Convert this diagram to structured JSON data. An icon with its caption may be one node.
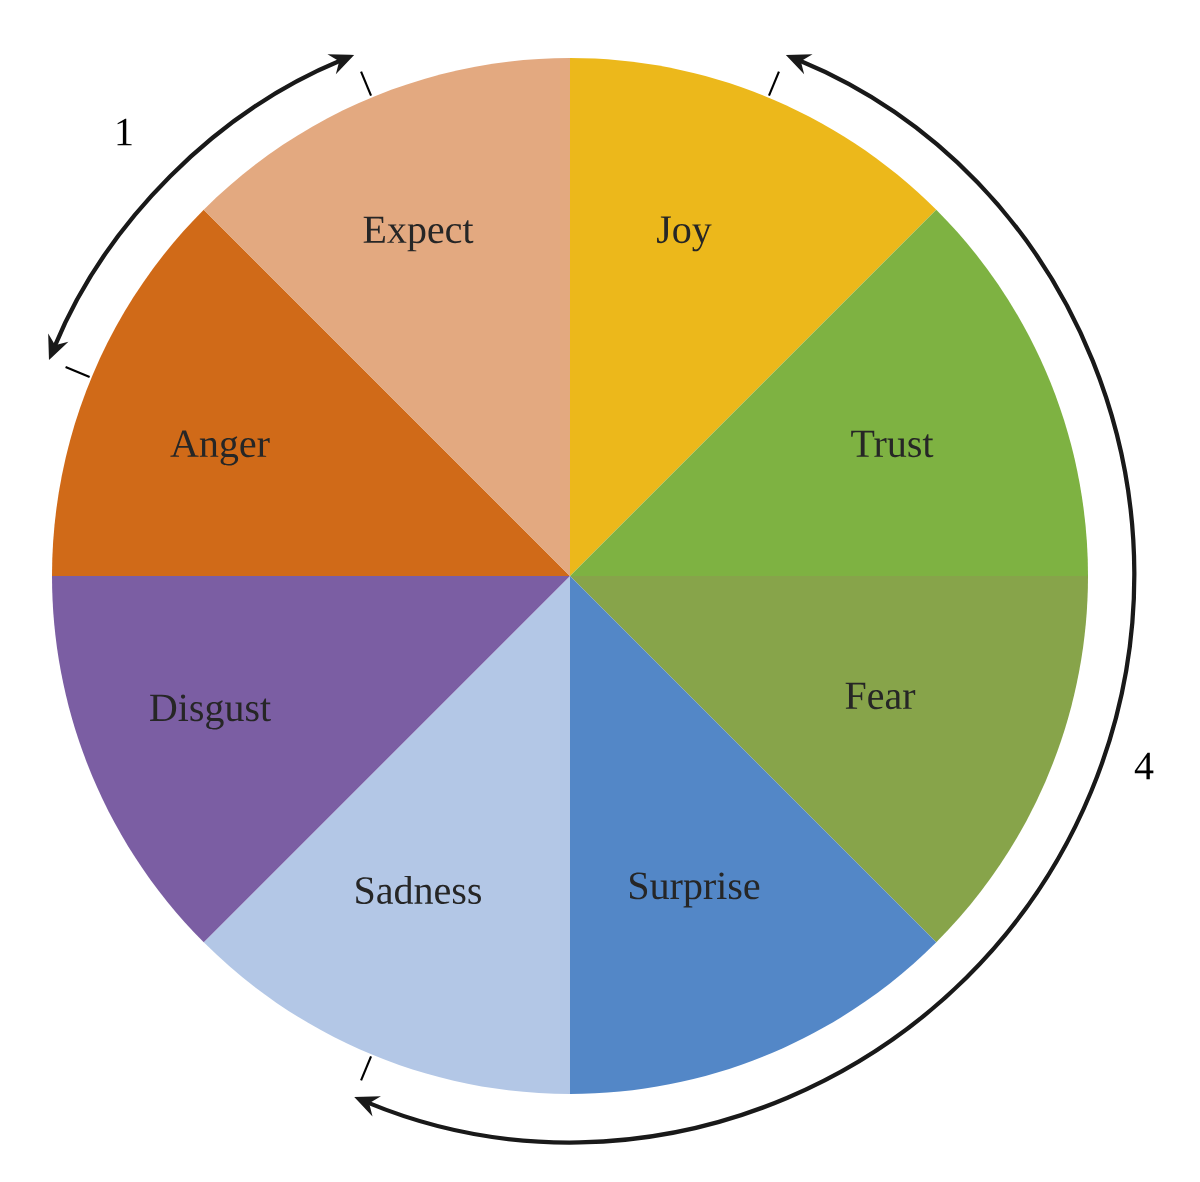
{
  "diagram": {
    "nodes": [
      {
        "text": [
          "Joy"
        ]
      },
      {
        "text": [
          "Trust"
        ]
      },
      {
        "text": [
          "Fear"
        ]
      },
      {
        "text": [
          "Surprise"
        ]
      },
      {
        "text": [
          "Sadness"
        ]
      },
      {
        "text": [
          "Disgust"
        ]
      },
      {
        "text": [
          "Anger"
        ]
      },
      {
        "text": [
          "Expect"
        ]
      }
    ],
    "edges": [
      {
        "from": 7,
        "to": 6,
        "arrow": "both",
        "label": "1"
      },
      {
        "from": 0,
        "to": 4,
        "arrow": "both",
        "label": "4"
      }
    ]
  }
}
